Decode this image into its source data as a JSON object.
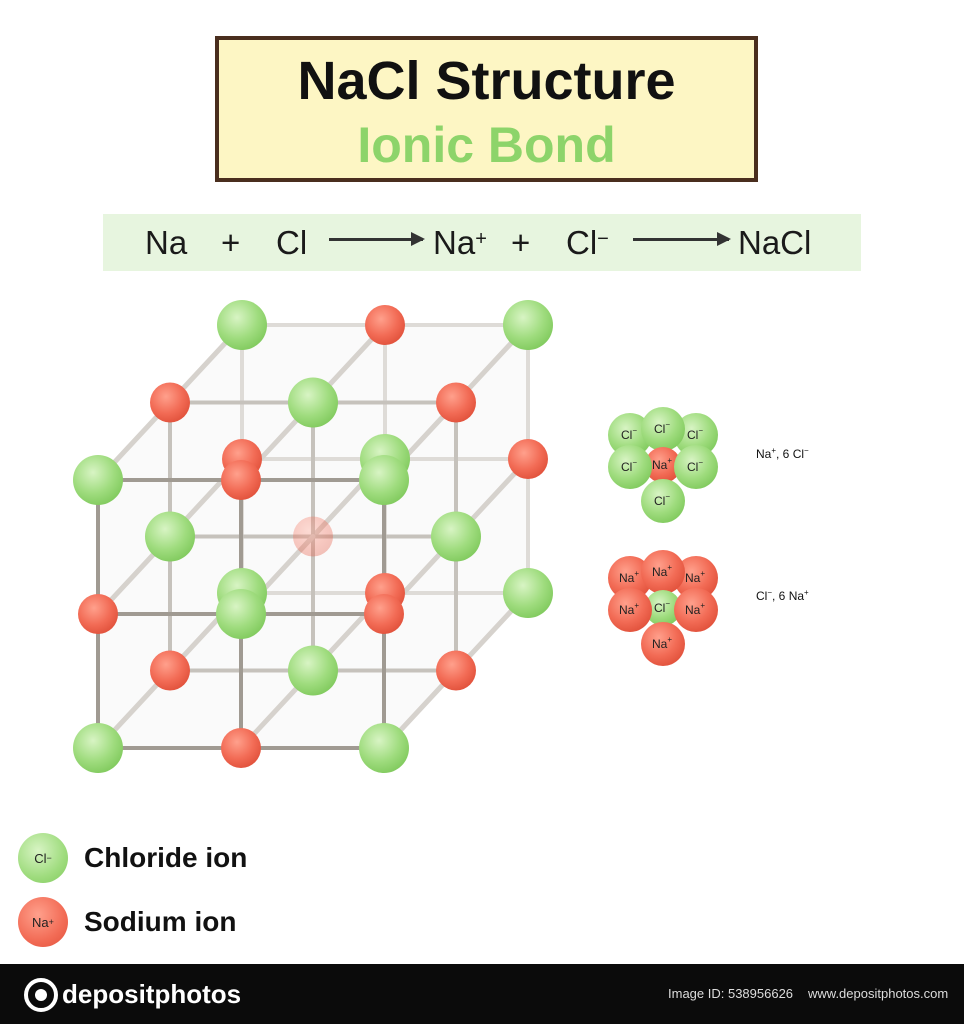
{
  "title": {
    "main": "NaCl Structure",
    "subtitle": "Ionic Bond"
  },
  "equation": {
    "items": [
      {
        "text": "Na",
        "sup": ""
      },
      {
        "text": "+",
        "sup": ""
      },
      {
        "text": "Cl",
        "sup": ""
      },
      {
        "text": "Na",
        "sup": "+"
      },
      {
        "text": "+",
        "sup": ""
      },
      {
        "text": "Cl",
        "sup": "−"
      },
      {
        "text": "NaCl",
        "sup": ""
      }
    ]
  },
  "ion_labels": {
    "chloride": "Cl",
    "chloride_charge": "−",
    "sodium": "Na",
    "sodium_charge": "+"
  },
  "coordination": {
    "sodium_center": {
      "ion": "Na",
      "ion_charge": "+",
      "count_text": ", 6 Cl",
      "count_charge": "−"
    },
    "chloride_center": {
      "ion": "Cl",
      "ion_charge": "−",
      "count_text": ", 6 Na",
      "count_charge": "+"
    }
  },
  "legend": [
    {
      "symbol": "Cl",
      "charge": "−",
      "label": "Chloride ion"
    },
    {
      "symbol": "Na",
      "charge": "+",
      "label": "Sodium ion"
    }
  ],
  "footer": {
    "brand": "depositphotos",
    "image_id": "Image ID: 538956626",
    "url": "www.depositphotos.com"
  },
  "colors": {
    "chloride": "#9fdc7e",
    "sodium": "#f26b55",
    "title_bg": "#fdf6c4",
    "subtitle": "#8dd46a",
    "equation_bg": "#e7f5df",
    "footer_bg": "#0b0b0b"
  }
}
